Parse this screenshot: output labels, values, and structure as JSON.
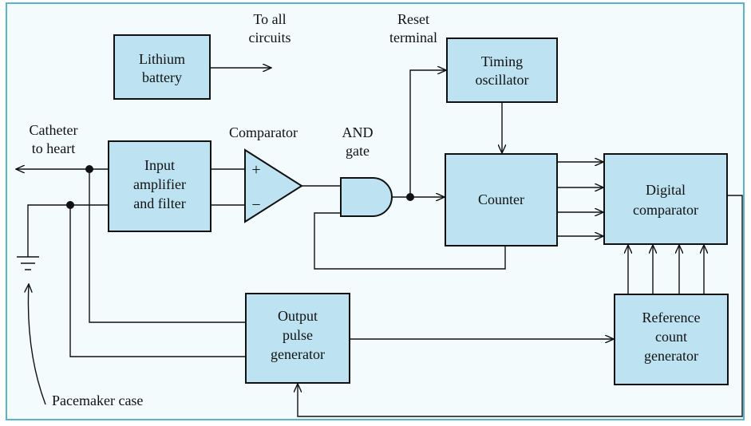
{
  "diagram": {
    "blocks": {
      "battery": [
        "Lithium",
        "battery"
      ],
      "timing": [
        "Timing",
        "oscillator"
      ],
      "input": [
        "Input",
        "amplifier",
        "and filter"
      ],
      "counter": [
        "Counter"
      ],
      "digital": [
        "Digital",
        "comparator"
      ],
      "output": [
        "Output",
        "pulse",
        "generator"
      ],
      "reference": [
        "Reference",
        "count",
        "generator"
      ]
    },
    "labels": {
      "to_all": [
        "To all",
        "circuits"
      ],
      "reset": [
        "Reset",
        "terminal"
      ],
      "catheter": [
        "Catheter",
        "to heart"
      ],
      "comparator": "Comparator",
      "and_gate": [
        "AND",
        "gate"
      ],
      "pacemaker_case": "Pacemaker case"
    },
    "comparator_signs": {
      "plus": "+",
      "minus": "−"
    }
  },
  "colors": {
    "block_fill": "#bde3f2",
    "frame": "#56b6d2",
    "background": "#f4fbfd"
  }
}
